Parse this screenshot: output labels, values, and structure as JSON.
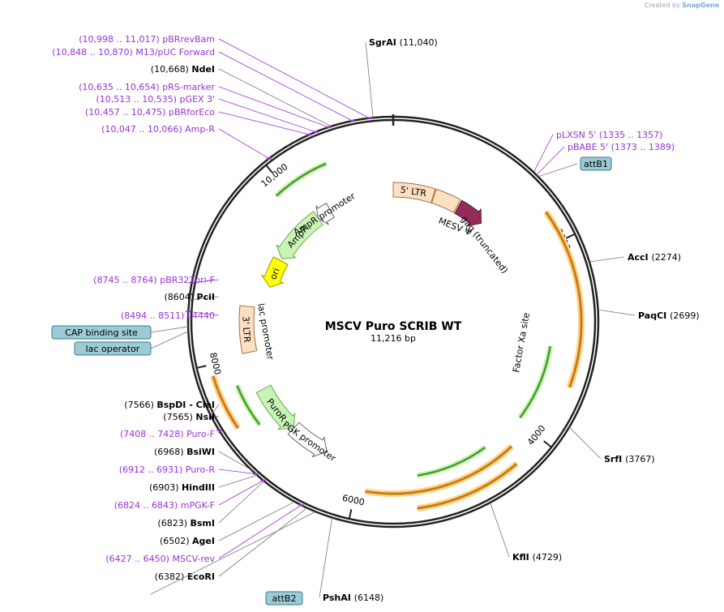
{
  "credit": {
    "prefix": "Created by",
    "brand": "SnapGene"
  },
  "plasmid": {
    "name": "MSCV Puro SCRIB WT",
    "size_text": "11,216 bp",
    "length": 11216
  },
  "ticks": [
    {
      "pos": 2000,
      "label": "2000"
    },
    {
      "pos": 4000,
      "label": "4000"
    },
    {
      "pos": 6000,
      "label": "6000"
    },
    {
      "pos": 8000,
      "label": "8000"
    },
    {
      "pos": 10000,
      "label": "10,000"
    }
  ],
  "colors": {
    "enzyme": "#000000",
    "primer": "#9b30d9",
    "box_fill": "#9ccbd6",
    "box_stroke": "#3a7a8a",
    "ltr": "#fde0c2",
    "ltr_stroke": "#a07040",
    "gag": "#962a5a",
    "green": "#c8f5b5",
    "green_stroke": "#6aa84f",
    "white_arrow": "#ffffff",
    "ori": "#ffff00",
    "orange": "#c97a1a",
    "orange_glow": "#fcd68a"
  },
  "features": [
    {
      "type": "ltr",
      "label": "5' LTR",
      "start": 11216,
      "end": 548,
      "dir": 0
    },
    {
      "type": "ltr",
      "label": "",
      "start": 560,
      "end": 900,
      "dir": 0
    },
    {
      "type": "gag",
      "label": "",
      "start": 920,
      "end": 1300,
      "dir": 1
    },
    {
      "type": "ltr",
      "label": "3' LTR",
      "start": 8040,
      "end": 8600,
      "dir": 0
    },
    {
      "type": "green",
      "label": "PuroR",
      "start": 6950,
      "end": 7560,
      "dir": -1
    },
    {
      "type": "white",
      "label": "PGK promoter",
      "start": 6450,
      "end": 6950,
      "dir": -1
    },
    {
      "type": "green",
      "label": "AmpR",
      "start": 9330,
      "end": 10100,
      "dir": -1
    },
    {
      "type": "white",
      "label": "AmpR promoter",
      "start": 10100,
      "end": 10300,
      "dir": -1
    },
    {
      "type": "ori",
      "label": "ori",
      "start": 8900,
      "end": 9300,
      "dir": -1
    }
  ],
  "labels": {
    "mesv": "MESV Ψ",
    "gag": "gag (truncated)",
    "lac_promoter": "lac promoter",
    "factor_xa": "Factor Xa site"
  },
  "left_labels": [
    {
      "kind": "primer",
      "range": "(10,998 .. 11,017)",
      "name": "pBRrevBam",
      "pos": 11008
    },
    {
      "kind": "primer",
      "range": "(10,848 .. 10,870)",
      "name": "M13/pUC Forward",
      "pos": 10859
    },
    {
      "kind": "enzyme",
      "range": "(10,668)",
      "name": "NdeI",
      "pos": 10668
    },
    {
      "kind": "primer",
      "range": "(10,635 .. 10,654)",
      "name": "pRS-marker",
      "pos": 10644
    },
    {
      "kind": "primer",
      "range": "(10,513 .. 10,535)",
      "name": "pGEX 3'",
      "pos": 10524
    },
    {
      "kind": "primer",
      "range": "(10,457 .. 10,475)",
      "name": "pBRforEco",
      "pos": 10466
    },
    {
      "kind": "primer",
      "range": "(10,047 .. 10,066)",
      "name": "Amp-R",
      "pos": 10056
    },
    {
      "kind": "primer",
      "range": "(8745 .. 8764)",
      "name": "pBR322ori-F",
      "pos": 8754
    },
    {
      "kind": "enzyme",
      "range": "(8604)",
      "name": "PciI",
      "pos": 8604
    },
    {
      "kind": "primer",
      "range": "(8494 .. 8511)",
      "name": "L4440",
      "pos": 8502
    },
    {
      "kind": "box",
      "range": "",
      "name": "CAP binding site",
      "pos": 8370
    },
    {
      "kind": "box",
      "range": "",
      "name": "lac operator",
      "pos": 8330
    },
    {
      "kind": "enzyme",
      "range": "(7566)",
      "name": "BspDI  - ClaI",
      "pos": 7566
    },
    {
      "kind": "enzyme",
      "range": "(7565)",
      "name": "NsiI",
      "pos": 7565
    },
    {
      "kind": "primer",
      "range": "(7408 .. 7428)",
      "name": "Puro-F",
      "pos": 7418
    },
    {
      "kind": "enzyme",
      "range": "(6968)",
      "name": "BsiWI",
      "pos": 6968
    },
    {
      "kind": "primer",
      "range": "(6912 .. 6931)",
      "name": "Puro-R",
      "pos": 6921
    },
    {
      "kind": "enzyme",
      "range": "(6903)",
      "name": "HindIII",
      "pos": 6903
    },
    {
      "kind": "primer",
      "range": "(6824 .. 6843)",
      "name": "mPGK-F",
      "pos": 6833
    },
    {
      "kind": "enzyme",
      "range": "(6823)",
      "name": "BsmI",
      "pos": 6823
    },
    {
      "kind": "enzyme",
      "range": "(6502)",
      "name": "AgeI",
      "pos": 6502
    },
    {
      "kind": "primer",
      "range": "(6427 .. 6450)",
      "name": "MSCV-rev",
      "pos": 6438
    },
    {
      "kind": "enzyme",
      "range": "(6382)",
      "name": "EcoRI",
      "pos": 6382
    },
    {
      "kind": "box",
      "range": "",
      "name": "attB2",
      "pos": 6300
    }
  ],
  "right_labels": [
    {
      "kind": "enzyme",
      "name": "SgrAI",
      "range": "(11,040)",
      "pos": 11040
    },
    {
      "kind": "primer",
      "name": "pLXSN 5'",
      "range": "(1335 .. 1357)",
      "pos": 1346
    },
    {
      "kind": "primer",
      "name": "pBABE 5'",
      "range": "(1373 .. 1389)",
      "pos": 1381
    },
    {
      "kind": "box",
      "name": "attB1",
      "range": "",
      "pos": 1400
    },
    {
      "kind": "enzyme",
      "name": "AccI",
      "range": "(2274)",
      "pos": 2274
    },
    {
      "kind": "enzyme",
      "name": "PaqCI",
      "range": "(2699)",
      "pos": 2699
    },
    {
      "kind": "enzyme",
      "name": "SrfI",
      "range": "(3767)",
      "pos": 3767
    },
    {
      "kind": "enzyme",
      "name": "KflI",
      "range": "(4729)",
      "pos": 4729
    },
    {
      "kind": "enzyme",
      "name": "PshAI",
      "range": "(6148)",
      "pos": 6148
    }
  ]
}
